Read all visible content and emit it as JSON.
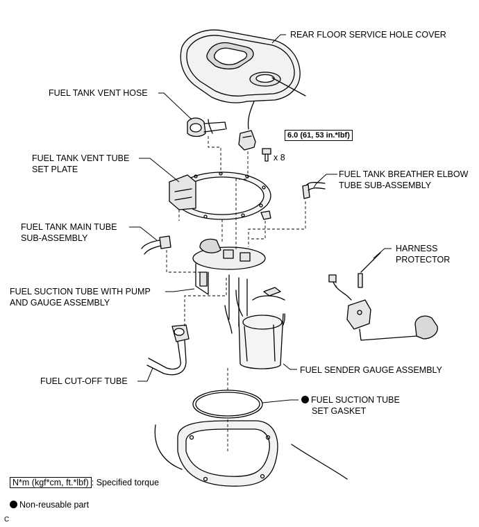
{
  "labels": {
    "rear_floor_cover": "REAR FLOOR SERVICE HOLE COVER",
    "vent_hose": "FUEL TANK VENT HOSE",
    "vent_tube_plate_1": "FUEL TANK VENT TUBE",
    "vent_tube_plate_2": "SET PLATE",
    "breather_elbow_1": "FUEL TANK BREATHER ELBOW",
    "breather_elbow_2": "TUBE SUB-ASSEMBLY",
    "main_tube_1": "FUEL TANK MAIN TUBE",
    "main_tube_2": "SUB-ASSEMBLY",
    "harness_protector_1": "HARNESS",
    "harness_protector_2": "PROTECTOR",
    "suction_tube_1": "FUEL SUCTION TUBE WITH PUMP",
    "suction_tube_2": "AND GAUGE ASSEMBLY",
    "sender_gauge": "FUEL SENDER GAUGE ASSEMBLY",
    "cutoff_tube": "FUEL CUT-OFF TUBE",
    "gasket_1": "FUEL SUCTION TUBE",
    "gasket_2": "SET GASKET"
  },
  "torque": {
    "value": "6.0 (61, 53 in.*lbf)",
    "quantity": "x 8"
  },
  "legend": {
    "torque_units": "N*m (kgf*cm, ft.*lbf)",
    "torque_desc": ": Specified torque",
    "nonreusable": "Non-reusable part"
  },
  "corner_code": "C"
}
